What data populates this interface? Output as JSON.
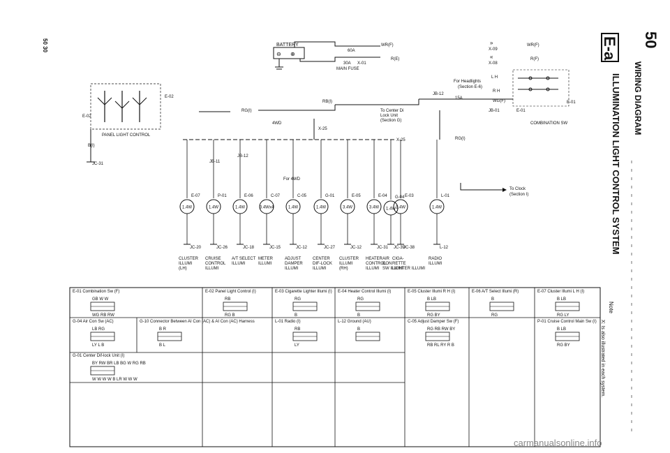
{
  "page": {
    "number": "50",
    "side_number": "50 30",
    "section_code": "E-a",
    "section_title": "WIRING DIAGRAM",
    "diagram_title": "ILLUMINATION LIGHT CONTROL SYSTEM",
    "note_label": "Note",
    "note_text": "X: Is also illustrated in each system.",
    "watermark": "carmanualsonline.info"
  },
  "top": {
    "battery_label": "BATTERY",
    "fuse_60a": "60A",
    "fuse_30a": "30A",
    "x01": "X-01",
    "main_fuse": "MAIN FUSE",
    "wr_f": "WR(F)",
    "r_e": "R(E)",
    "x09": "X-09",
    "x08": "X-08",
    "for_headlights": "For Headlights",
    "section_e6": "(Section E-6)",
    "jb12": "JB-12",
    "fuse_15a": "15A",
    "lh": "L H",
    "rh": "R H",
    "wg_f": "WG(F)",
    "jb01": "JB-01",
    "e01": "E-01",
    "combination_sw": "COMBINATION SW",
    "rb_i": "RB(I)",
    "to_center": "To Center Di",
    "lock_unit": "Lock Unit",
    "section_g": "(Section G)",
    "rg_i": "RG(I)",
    "label_4wd": "4WD",
    "x25": "X-25",
    "e02": "E-02",
    "panel_light_control": "PANEL LIGHT CONTROL",
    "b_i": "B(I)",
    "jc31": "JC-31",
    "jb12_2": "JB-12",
    "jb11": "JB-11",
    "to_clock": "To Clock",
    "section_i": "(Section I)",
    "for_4wd": "For 4WD"
  },
  "bulbs": [
    {
      "code": "E-07",
      "watt": "1.4W",
      "jc": "JC-20",
      "name1": "CLUSTER",
      "name2": "ILLUMI",
      "name3": "(LH)"
    },
    {
      "code": "P-01",
      "watt": "1.4W",
      "jc": "JC-26",
      "name1": "CRUISE",
      "name2": "CONTROL",
      "name3": "ILLUMI"
    },
    {
      "code": "E-06",
      "watt": "1.4W",
      "jc": "JC-18",
      "name1": "A/T SELECT",
      "name2": "ILLUMI",
      "name3": ""
    },
    {
      "code": "C-07",
      "watt": "3.4Wx4",
      "jc": "JC-15",
      "name1": "METER",
      "name2": "ILLUMI",
      "name3": ""
    },
    {
      "code": "C-05",
      "watt": "1.4W",
      "jc": "JC-12",
      "name1": "ADJUST",
      "name2": "DAMPER",
      "name3": "ILLUMI"
    },
    {
      "code": "G-01",
      "watt": "1.4W",
      "jc": "JC-27",
      "name1": "CENTER",
      "name2": "DIF-LOCK",
      "name3": "ILLUMI"
    },
    {
      "code": "E-05",
      "watt": "3.4W",
      "jc": "JC-12",
      "name1": "CLUSTER",
      "name2": "ILLUMI",
      "name3": "(RH)"
    },
    {
      "code": "E-04",
      "watt": "3.4W",
      "jc": "JC-31",
      "name1": "HEATER",
      "name2": "CONTROL",
      "name3": "ILLUMI"
    },
    {
      "code": "E-03",
      "watt": "1.4W",
      "jc": "JC-38",
      "name1": "CIGA-",
      "name2": "RETTE",
      "name3": "LIGHTER ILLUMI"
    },
    {
      "code": "G-04",
      "watt": "1.4W",
      "jc": "JC-39",
      "name1": "AIR",
      "name2": "CON",
      "name3": "SW ILLUMI"
    },
    {
      "code": "L-01",
      "watt": "1.4W",
      "jc": "L-12",
      "name1": "RADIO",
      "name2": "ILLUMI",
      "name3": ""
    }
  ],
  "connectors": [
    {
      "title": "E-01 Combination Sw (F)",
      "pins": "GB  W  W",
      "pins2": "WG RB RW"
    },
    {
      "title": "E-02 Panel Light Control (I)",
      "pins": "RB",
      "pins2": "RG  B"
    },
    {
      "title": "E-03 Cigarette Lighter Illumi (I)",
      "pins": "RG",
      "pins2": "B"
    },
    {
      "title": "E-04 Heater Control Illumi (I)",
      "pins": "RG",
      "pins2": "B"
    },
    {
      "title": "E-05 Cluster Illumi R H (I)",
      "pins": "B  LB",
      "pins2": "RG  BY"
    },
    {
      "title": "E-06 A/T Select Illumi (R)",
      "pins": "B",
      "pins2": "RG"
    },
    {
      "title": "E-07 Cluster Illumi L H (I)",
      "pins": "B  LB",
      "pins2": "RG  LY"
    },
    {
      "title": "G-04 Air Con Sw (AC)",
      "pins": "LB RG",
      "pins2": "LY  L  B"
    },
    {
      "title": "G-10 Connector Between AI Con (AC) & AI Con (AC) Harness",
      "pins": "B  R",
      "pins2": "B  L"
    },
    {
      "title": "L-01 Radio (I)",
      "pins": "RB",
      "pins2": "LY"
    },
    {
      "title": "L-12 Ground (AU)",
      "pins": "B",
      "pins2": ""
    },
    {
      "title": "C-05 Adjust Damper Sw (F)",
      "pins": "RG  RB  RW  BY",
      "pins2": "RB  RL  RY  R  B"
    },
    {
      "title": "P-01 Cruise Control Main Sw (I)",
      "pins": "B  LB",
      "pins2": "RG  BY"
    },
    {
      "title": "G-01 Center Dif-lock Unit (I)",
      "pins": "BY  RW  BR  LB  BG  W  RG  RB",
      "pins2": "W  W  W  W  B  LR  W  W  W"
    }
  ]
}
